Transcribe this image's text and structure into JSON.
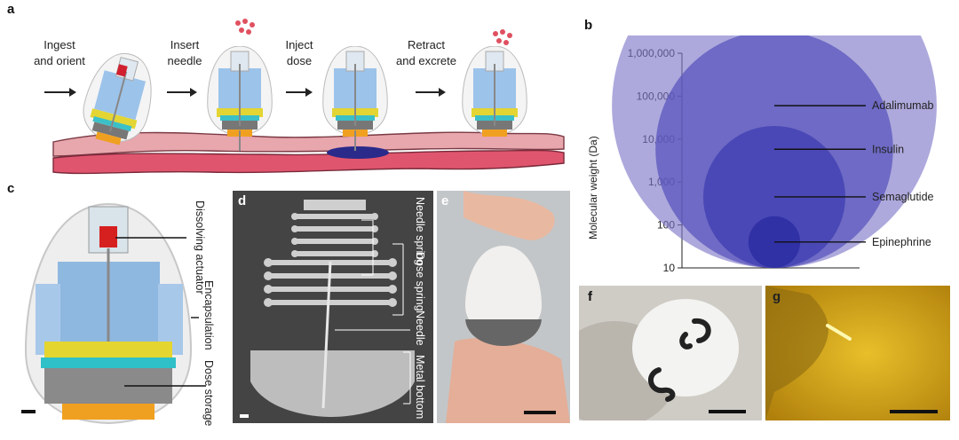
{
  "panels": {
    "a": "a",
    "b": "b",
    "c": "c",
    "d": "d",
    "e": "e",
    "f": "f",
    "g": "g"
  },
  "panel_a": {
    "steps": [
      {
        "line1": "Ingest",
        "line2": "and orient"
      },
      {
        "line1": "Insert",
        "line2": "needle"
      },
      {
        "line1": "Inject",
        "line2": "dose"
      },
      {
        "line1": "Retract",
        "line2": "and excrete"
      }
    ]
  },
  "panel_c": {
    "labels": [
      "Dissolving actuator",
      "Encapsulation",
      "Dose storage"
    ]
  },
  "panel_d": {
    "labels": [
      "Needle spring",
      "Dose spring",
      "Needle",
      "Metal bottom"
    ]
  },
  "chart_data": {
    "type": "bubble",
    "ylabel": "Molecular weight (Da)",
    "yscale": "log",
    "ylim": [
      10,
      1000000
    ],
    "yticks": [
      "10",
      "100",
      "1,000",
      "10,000",
      "100,000",
      "1,000,000"
    ],
    "items": [
      {
        "name": "Adalimumab",
        "value": 60000,
        "color": "#7b74c6"
      },
      {
        "name": "Insulin",
        "value": 5800,
        "color": "#5a55bd"
      },
      {
        "name": "Semaglutide",
        "value": 450,
        "color": "#3f3db0"
      },
      {
        "name": "Epinephrine",
        "value": 40,
        "color": "#2a2aa0"
      }
    ]
  },
  "colors": {
    "tissue_top": "#e8a6ad",
    "tissue_bottom": "#e0556e",
    "device_blue": "#8fb8e0",
    "device_yellow": "#e0d33b",
    "device_orange": "#f0a020"
  }
}
